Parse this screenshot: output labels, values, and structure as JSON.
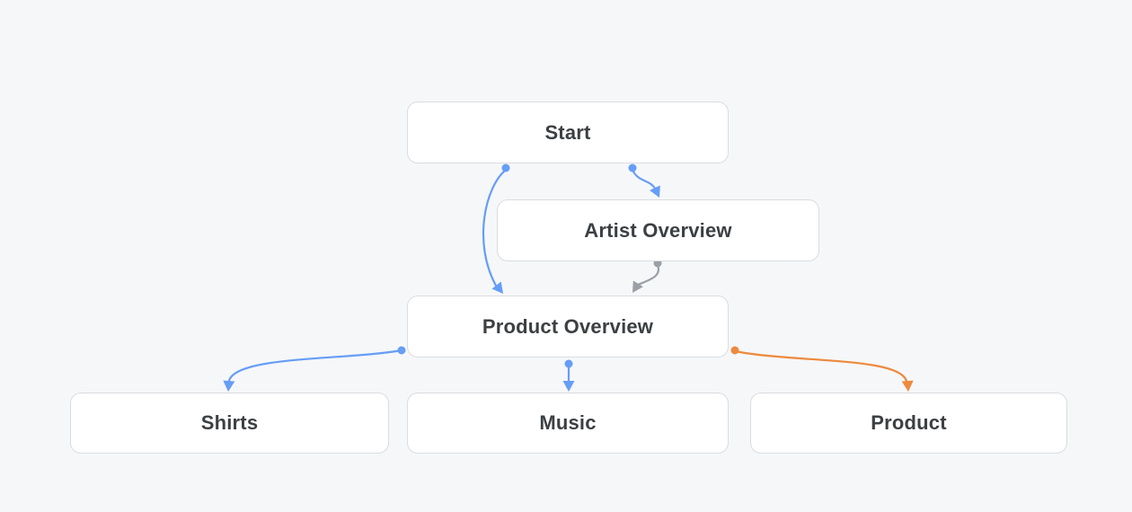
{
  "diagram": {
    "nodes": {
      "start": {
        "label": "Start"
      },
      "artist_overview": {
        "label": "Artist Overview"
      },
      "product_overview": {
        "label": "Product Overview"
      },
      "shirts": {
        "label": "Shirts"
      },
      "music": {
        "label": "Music"
      },
      "product": {
        "label": "Product"
      }
    },
    "edges": [
      {
        "from": "Start",
        "to": "Product Overview",
        "color_name": "blue"
      },
      {
        "from": "Start",
        "to": "Artist Overview",
        "color_name": "blue"
      },
      {
        "from": "Artist Overview",
        "to": "Product Overview",
        "color_name": "gray"
      },
      {
        "from": "Product Overview",
        "to": "Shirts",
        "color_name": "blue"
      },
      {
        "from": "Product Overview",
        "to": "Music",
        "color_name": "blue"
      },
      {
        "from": "Product Overview",
        "to": "Product",
        "color_name": "orange"
      }
    ]
  },
  "colors": {
    "blue": "#669df6",
    "gray": "#9aa0a6",
    "orange": "#ed8a3e",
    "node_fill": "#ffffff",
    "node_border": "#dadce0",
    "node_text": "#3c4043",
    "background": "#f6f7f9"
  }
}
